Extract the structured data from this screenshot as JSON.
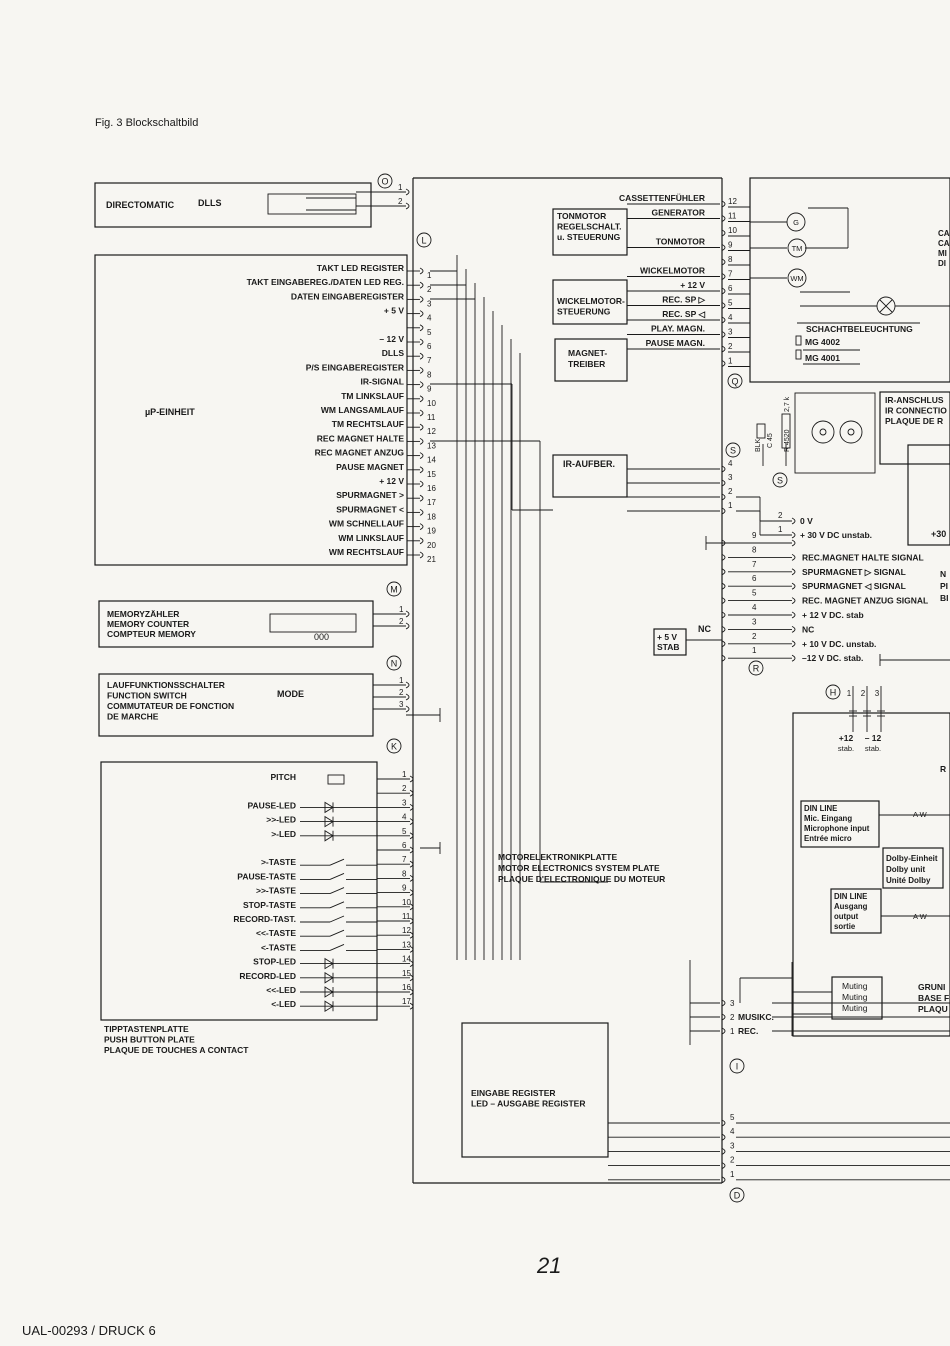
{
  "caption": "Fig. 3 Blockschaltbild",
  "footer": "UAL-00293 / DRUCK 6",
  "page_number": "21",
  "connectors": {
    "O": "O",
    "L": "L",
    "M": "M",
    "N": "N",
    "K": "K",
    "Q": "Q",
    "S1": "S",
    "S2": "S",
    "R": "R",
    "H": "H",
    "I": "I",
    "D": "D"
  },
  "directomatic": {
    "label": "DIRECTOMATIC",
    "dlls": "DLLS",
    "pins": [
      "1",
      "2"
    ]
  },
  "up_unit": {
    "label": "µP-EINHEIT",
    "pins": [
      {
        "n": "1",
        "label": "TAKT LED REGISTER"
      },
      {
        "n": "2",
        "label": "TAKT EINGABEREG./DATEN LED REG."
      },
      {
        "n": "3",
        "label": "DATEN EINGABEREGISTER"
      },
      {
        "n": "4",
        "label": "+ 5 V"
      },
      {
        "n": "5",
        "label": ""
      },
      {
        "n": "6",
        "label": "– 12 V"
      },
      {
        "n": "7",
        "label": "DLLS"
      },
      {
        "n": "8",
        "label": "P/S EINGABEREGISTER"
      },
      {
        "n": "9",
        "label": "IR-SIGNAL"
      },
      {
        "n": "10",
        "label": "TM LINKSLAUF"
      },
      {
        "n": "11",
        "label": "WM LANGSAMLAUF"
      },
      {
        "n": "12",
        "label": "TM RECHTSLAUF"
      },
      {
        "n": "13",
        "label": "REC MAGNET HALTE"
      },
      {
        "n": "14",
        "label": "REC MAGNET ANZUG"
      },
      {
        "n": "15",
        "label": "PAUSE MAGNET"
      },
      {
        "n": "16",
        "label": "+ 12 V"
      },
      {
        "n": "17",
        "label": "SPURMAGNET >"
      },
      {
        "n": "18",
        "label": "SPURMAGNET <"
      },
      {
        "n": "19",
        "label": "WM SCHNELLAUF"
      },
      {
        "n": "20",
        "label": "WM LINKSLAUF"
      },
      {
        "n": "21",
        "label": "WM RECHTSLAUF"
      }
    ]
  },
  "memory": {
    "lines": [
      "MEMORYZÄHLER",
      "MEMORY COUNTER",
      "COMPTEUR MEMORY"
    ],
    "counter": "000",
    "pins": [
      "1",
      "2"
    ]
  },
  "function_switch": {
    "lines": [
      "LAUFFUNKTIONSSCHALTER",
      "FUNCTION SWITCH",
      "COMMUTATEUR DE FONCTION",
      "DE MARCHE"
    ],
    "mode": "MODE",
    "pins": [
      "1",
      "2",
      "3"
    ]
  },
  "push_buttons": {
    "lines": [
      "TIPPTASTENPLATTE",
      "PUSH BUTTON PLATE",
      "PLAQUE DE TOUCHES A CONTACT"
    ],
    "pins": [
      {
        "n": "1",
        "label": "PITCH"
      },
      {
        "n": "2",
        "label": ""
      },
      {
        "n": "3",
        "label": "PAUSE-LED"
      },
      {
        "n": "4",
        "label": ">>-LED"
      },
      {
        "n": "5",
        "label": ">-LED"
      },
      {
        "n": "6",
        "label": ""
      },
      {
        "n": "7",
        "label": ">-TASTE"
      },
      {
        "n": "8",
        "label": "PAUSE-TASTE"
      },
      {
        "n": "9",
        "label": ">>-TASTE"
      },
      {
        "n": "10",
        "label": "STOP-TASTE"
      },
      {
        "n": "11",
        "label": "RECORD-TAST."
      },
      {
        "n": "12",
        "label": "<<-TASTE"
      },
      {
        "n": "13",
        "label": "<-TASTE"
      },
      {
        "n": "14",
        "label": "STOP-LED"
      },
      {
        "n": "15",
        "label": "RECORD-LED"
      },
      {
        "n": "16",
        "label": "<<-LED"
      },
      {
        "n": "17",
        "label": "<-LED"
      }
    ]
  },
  "motor_plate": {
    "lines": [
      "MOTORELEKTRONIKPLATTE",
      "MOTOR ELECTRONICS SYSTEM PLATE",
      "PLAQUE D'ELECTRONIQUE DU MOTEUR"
    ]
  },
  "tonmotor_ctrl": {
    "lines": [
      "TONMOTOR",
      "REGELSCHALT.",
      "u. STEUERUNG"
    ]
  },
  "wickel_ctrl": {
    "lines": [
      "WICKELMOTOR-",
      "STEUERUNG"
    ]
  },
  "magnet_driver": {
    "lines": [
      "MAGNET-",
      "TREIBER"
    ]
  },
  "ir_amp": {
    "label": "IR-AUFBER."
  },
  "stab": {
    "lines": [
      "+ 5 V",
      "STAB"
    ],
    "nc": "NC"
  },
  "input_register": {
    "lines": [
      "EINGABE REGISTER",
      "LED – AUSGABE REGISTER"
    ]
  },
  "q_pins": [
    {
      "n": "12",
      "label": "CASSETTENFÜHLER"
    },
    {
      "n": "11",
      "label": "GENERATOR"
    },
    {
      "n": "10",
      "label": ""
    },
    {
      "n": "9",
      "label": "TONMOTOR"
    },
    {
      "n": "8",
      "label": ""
    },
    {
      "n": "7",
      "label": "WICKELMOTOR"
    },
    {
      "n": "6",
      "label": "+ 12 V"
    },
    {
      "n": "5",
      "label": "REC. SP ▷"
    },
    {
      "n": "4",
      "label": "REC. SP ◁"
    },
    {
      "n": "3",
      "label": "PLAY. MAGN."
    },
    {
      "n": "2",
      "label": "PAUSE MAGN."
    },
    {
      "n": "1",
      "label": ""
    }
  ],
  "deck": {
    "symbols": [
      "G",
      "TM",
      "WM"
    ],
    "cut_lines": [
      "CA",
      "CA",
      "MI",
      "DI"
    ],
    "lamp_label": "SCHACHTBELEUCHTUNG",
    "mg1": "MG 4002",
    "mg2": "MG 4001"
  },
  "ir_connector": {
    "lines": [
      "IR-ANSCHLUS",
      "IR CONNECTIO",
      "PLAQUE DE R"
    ]
  },
  "ir_parts": {
    "c": "C 45",
    "r": "R 4520",
    "v": "2,7 k",
    "b": "BLK"
  },
  "s_pins": [
    {
      "n": "4",
      "label": ""
    },
    {
      "n": "3",
      "label": ""
    },
    {
      "n": "2",
      "label": "0 V"
    },
    {
      "n": "1",
      "label": "+ 30 V DC unstab."
    }
  ],
  "r_pins": [
    {
      "n": "9",
      "label": ""
    },
    {
      "n": "8",
      "label": "REC.MAGNET HALTE SIGNAL"
    },
    {
      "n": "7",
      "label": "SPURMAGNET ▷ SIGNAL"
    },
    {
      "n": "6",
      "label": "SPURMAGNET ◁ SIGNAL"
    },
    {
      "n": "5",
      "label": "REC. MAGNET ANZUG SIGNAL"
    },
    {
      "n": "4",
      "label": "+ 12 V DC. stab"
    },
    {
      "n": "3",
      "label": "NC"
    },
    {
      "n": "2",
      "label": "+ 10 V DC. unstab."
    },
    {
      "n": "1",
      "label": "–12 V DC. stab."
    }
  ],
  "cut_right": {
    "plus30": "+30",
    "n_lines": [
      "N",
      "PI",
      "BI"
    ],
    "r": "R",
    "grund": [
      "GRUNI",
      "BASE F",
      "PLAQU"
    ]
  },
  "h_block": {
    "pins": [
      "1",
      "2",
      "3"
    ],
    "v1": "+12",
    "v1s": "stab.",
    "v2": "– 12",
    "v2s": "stab."
  },
  "din_in": {
    "lines": [
      "DIN LINE",
      "Mic. Eingang",
      "Microphone input",
      "Entrée micro"
    ],
    "sig": "A W"
  },
  "dolby": {
    "lines": [
      "Dolby-Einheit",
      "Dolby unit",
      "Unité Dolby"
    ]
  },
  "din_out": {
    "lines": [
      "DIN LINE",
      "Ausgang",
      "output",
      "sortie"
    ],
    "sig": "A W"
  },
  "muting": {
    "lines": [
      "Muting",
      "Muting",
      "Muting"
    ]
  },
  "i_pins": [
    {
      "n": "3",
      "label": ""
    },
    {
      "n": "2",
      "label": "MUSIKC."
    },
    {
      "n": "1",
      "label": "REC."
    }
  ],
  "d_pins": [
    "5",
    "4",
    "3",
    "2",
    "1"
  ]
}
